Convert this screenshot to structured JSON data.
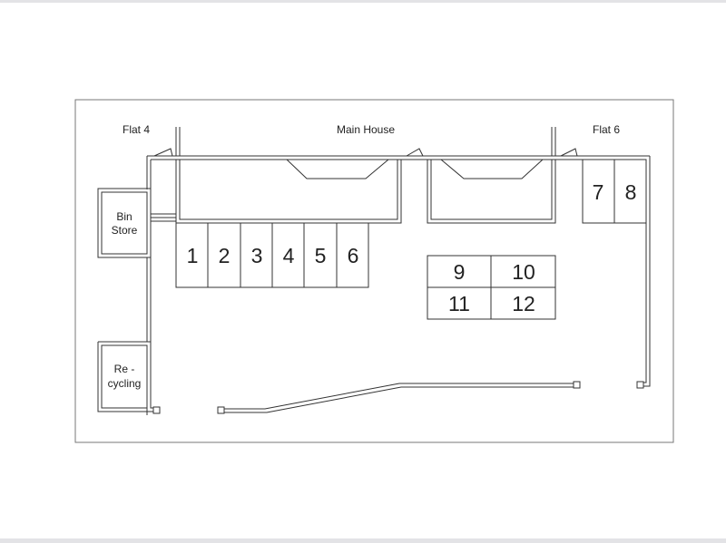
{
  "labels": {
    "flat4": "Flat 4",
    "main_house": "Main House",
    "flat6": "Flat 6",
    "bin_store_line1": "Bin",
    "bin_store_line2": "Store",
    "recycling_line1": "Re -",
    "recycling_line2": "cycling"
  },
  "spaces": [
    "1",
    "2",
    "3",
    "4",
    "5",
    "6",
    "7",
    "8",
    "9",
    "10",
    "11",
    "12"
  ]
}
